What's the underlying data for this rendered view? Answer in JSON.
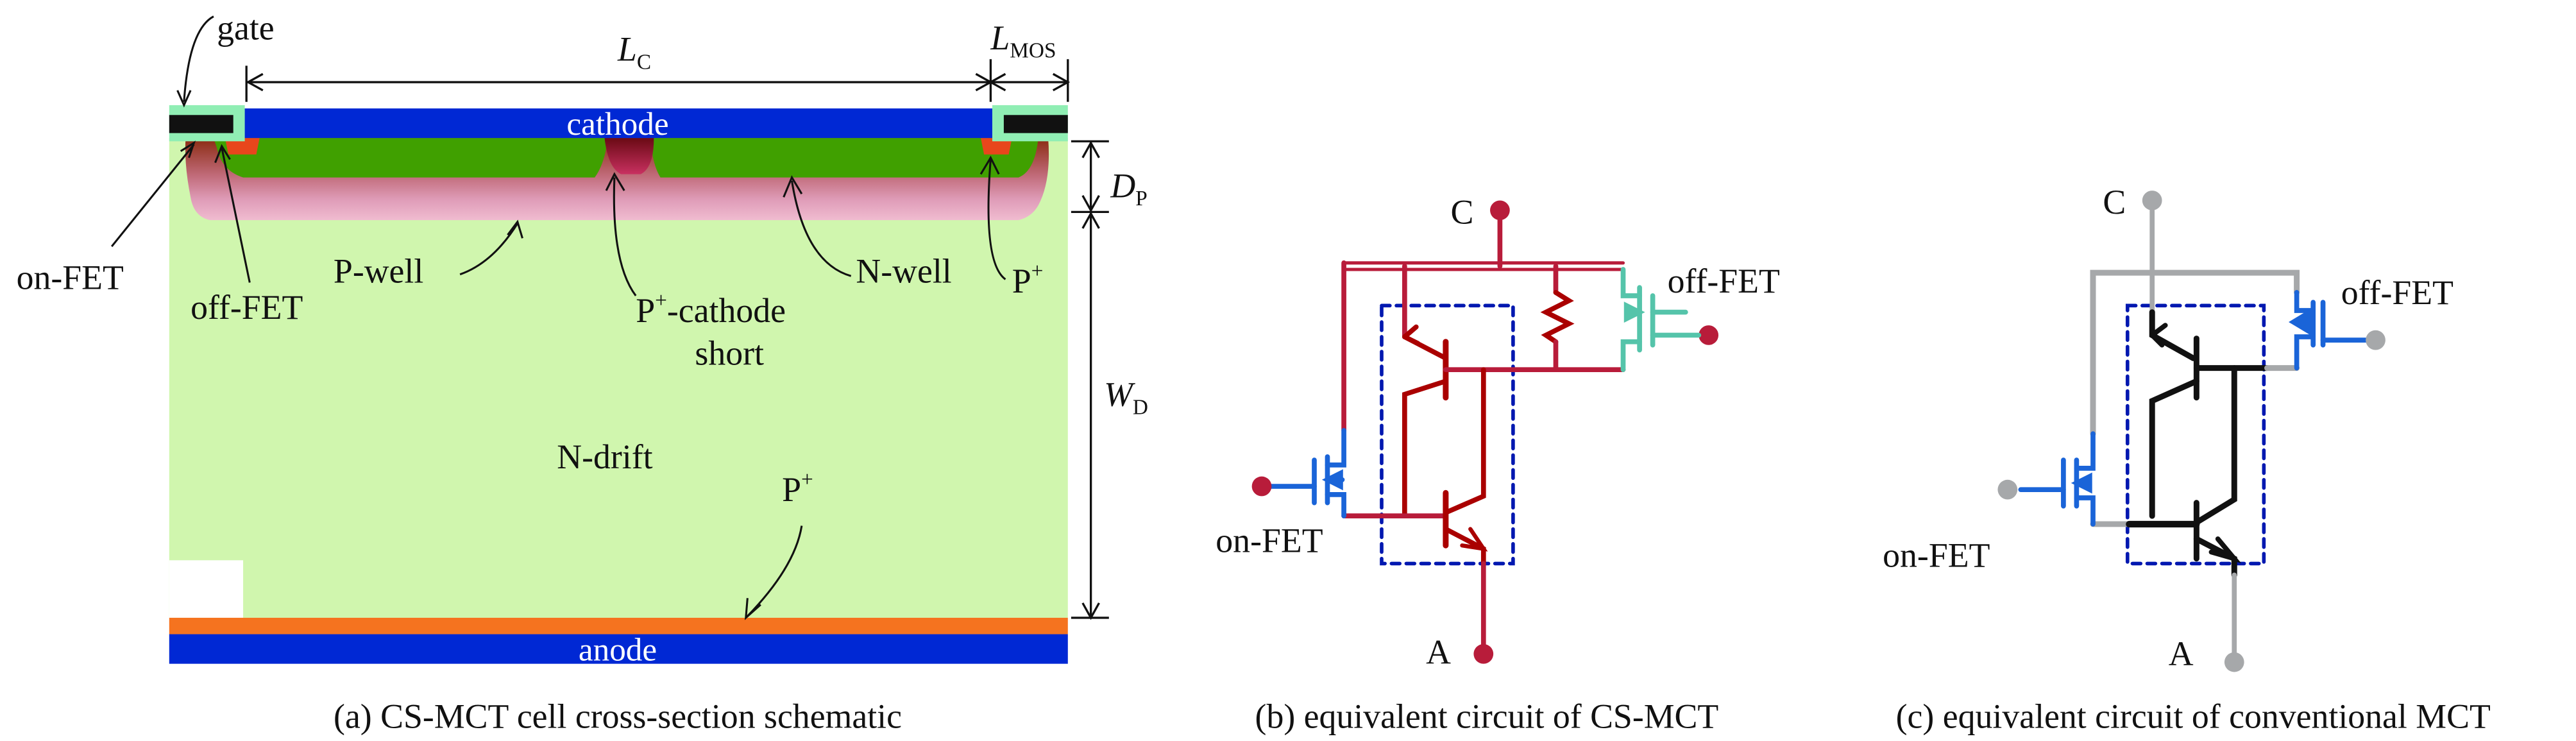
{
  "figure": {
    "panels": [
      {
        "id": "a",
        "caption": "(a) CS-MCT cell cross-section schematic",
        "regions": {
          "cathode": "cathode",
          "anode": "anode",
          "n_drift": "N-drift",
          "p_well": "P-well",
          "n_well": "N-well",
          "p_plus_top": "P",
          "p_plus_bottom": "P",
          "p_cathode_short_1": "P",
          "p_cathode_short_2": "-cathode",
          "p_cathode_short_3": "short",
          "gate": "gate",
          "on_fet": "on-FET",
          "off_fet": "off-FET",
          "plus": "+"
        },
        "dimensions": {
          "lc_main": "L",
          "lc_sub": "C",
          "lmos_main": "L",
          "lmos_sub": "MOS",
          "dp_main": "D",
          "dp_sub": "P",
          "wd_main": "W",
          "wd_sub": "D"
        },
        "colors": {
          "metal": "#0028d4",
          "n_drift": "#d0f6ae",
          "n_well": "#40a000",
          "p_plus": "#f5731f",
          "gate_oxide": "#90eeb4",
          "gate_poly": "#111111",
          "p_well_top": "#a23a1a",
          "p_well_bottom": "#f0bccc"
        }
      },
      {
        "id": "b",
        "caption": "(b) equivalent circuit of CS-MCT",
        "terminals": {
          "top": "C",
          "bottom": "A"
        },
        "labels": {
          "off_fet": "off-FET",
          "on_fet": "on-FET"
        },
        "colors": {
          "wire": "#b81c3a",
          "bjt": "#aa0000",
          "on_fet": "#1a64d8",
          "off_fet": "#55c4aa",
          "box": "#0018b0"
        }
      },
      {
        "id": "c",
        "caption": "(c) equivalent circuit of conventional MCT",
        "terminals": {
          "top": "C",
          "bottom": "A"
        },
        "labels": {
          "off_fet": "off-FET",
          "on_fet": "on-FET"
        },
        "colors": {
          "wire": "#a6a8aa",
          "bjt": "#111111",
          "fet": "#1a64d8",
          "box": "#0018b0"
        }
      }
    ]
  }
}
